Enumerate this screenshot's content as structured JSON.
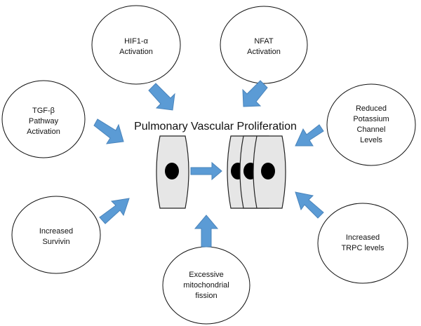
{
  "title": "Pulmonary Vascular Proliferation",
  "nodes": [
    {
      "id": "hif1",
      "lines": [
        "HIF1-α",
        "Activation"
      ]
    },
    {
      "id": "nfat",
      "lines": [
        "NFAT",
        "Activation"
      ]
    },
    {
      "id": "tgfb",
      "lines": [
        "TGF-β",
        "Pathway",
        "Activation"
      ]
    },
    {
      "id": "potassium",
      "lines": [
        "Reduced",
        "Potassium",
        "Channel",
        "Levels"
      ]
    },
    {
      "id": "survivin",
      "lines": [
        "Increased",
        "Survivin"
      ]
    },
    {
      "id": "trpc",
      "lines": [
        "Increased",
        "TRPC levels"
      ]
    },
    {
      "id": "fission",
      "lines": [
        "Excessive",
        "mitochondrial",
        "fission"
      ]
    }
  ],
  "colors": {
    "arrow": "#5b9bd5",
    "arrow_stroke": "#4a84bb",
    "cell_fill": "#e6e6e6",
    "cell_stroke": "#222222",
    "nucleus": "#000000",
    "ellipse_stroke": "#111111"
  }
}
